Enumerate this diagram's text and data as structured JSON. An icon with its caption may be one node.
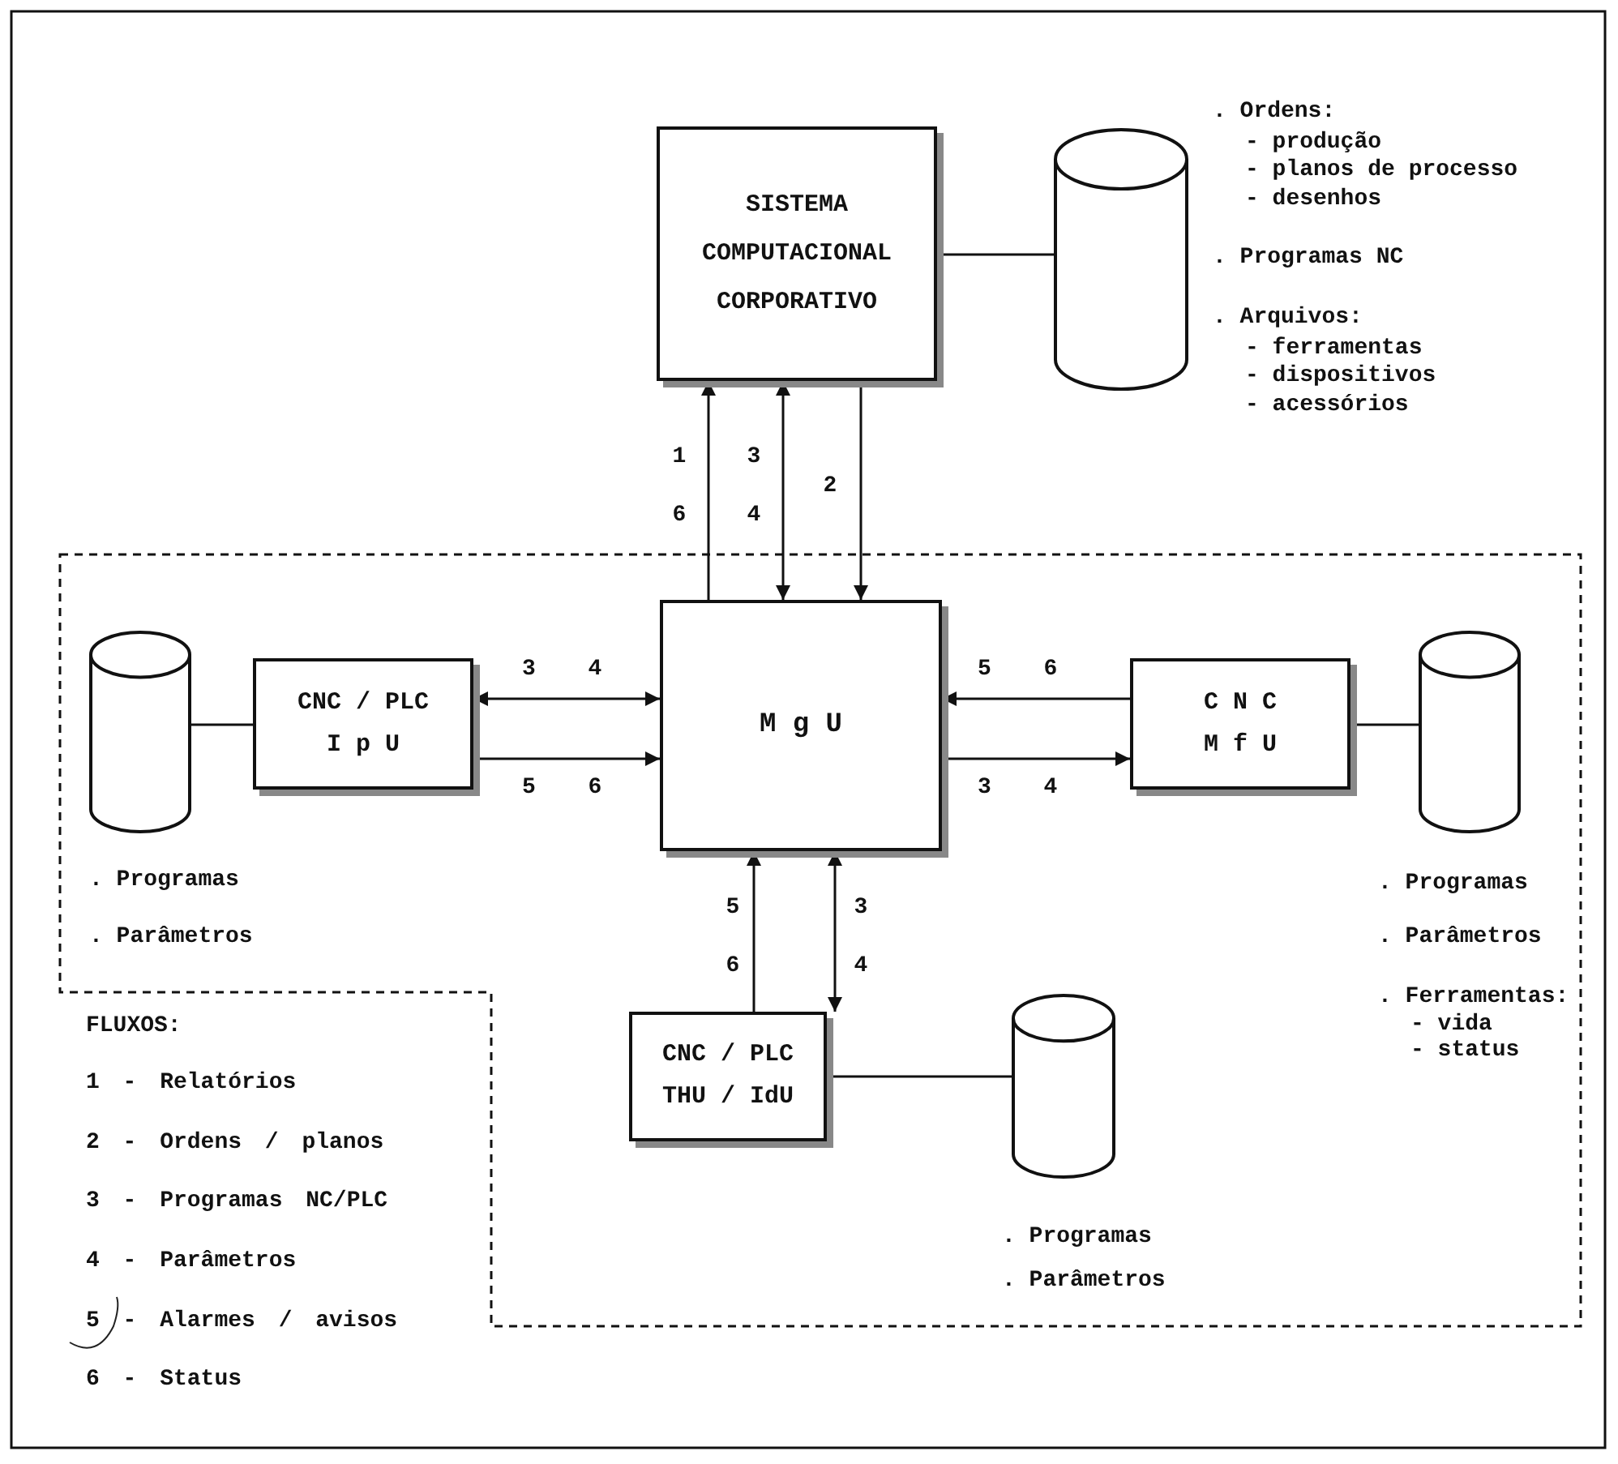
{
  "diagram": {
    "nodes": [
      {
        "text": [
          "SISTEMA COMPUTACIONAL CORPORATIVO"
        ]
      },
      {
        "text": [],
        "shape": "cylinder",
        "beside": [
          ". Ordens:",
          "- produção",
          "- planos de processo",
          "- desenhos",
          ". Programas NC",
          ". Arquivos:",
          "- ferramentas",
          "- dispositivos",
          "- acessórios"
        ]
      },
      {
        "text": [],
        "shape": "cylinder",
        "beside": [
          ". Programas",
          ". Parâmetros"
        ]
      },
      {
        "text": [
          "CNC / PLC",
          "I p U"
        ]
      },
      {
        "text": [
          "M g U"
        ]
      },
      {
        "text": [
          "C N C",
          "M f U"
        ]
      },
      {
        "text": [],
        "shape": "cylinder",
        "beside": [
          ". Programas",
          ". Parâmetros",
          ". Ferramentas:",
          "- vida",
          "- status"
        ]
      },
      {
        "text": [
          "CNC / PLC",
          "THU / IdU"
        ]
      },
      {
        "text": [],
        "shape": "cylinder",
        "beside": [
          ". Programas",
          ". Parâmetros"
        ]
      }
    ],
    "edges": [
      {
        "from": 4,
        "to": 0,
        "arrow": "to",
        "label": "1 6"
      },
      {
        "from": 4,
        "to": 0,
        "arrow": "both",
        "label": "3 4"
      },
      {
        "from": 0,
        "to": 4,
        "arrow": "to",
        "label": "2"
      },
      {
        "from": 3,
        "to": 4,
        "arrow": "both",
        "label": "3 4"
      },
      {
        "from": 3,
        "to": 4,
        "arrow": "to",
        "label": "5 6"
      },
      {
        "from": 5,
        "to": 4,
        "arrow": "to",
        "label": "5 6"
      },
      {
        "from": 4,
        "to": 5,
        "arrow": "to",
        "label": "3 4"
      },
      {
        "from": 7,
        "to": 4,
        "arrow": "to",
        "label": "5 6"
      },
      {
        "from": 4,
        "to": 7,
        "arrow": "both",
        "label": "3 4"
      },
      {
        "from": 0,
        "to": 1,
        "arrow": "none"
      },
      {
        "from": 2,
        "to": 3,
        "arrow": "none"
      },
      {
        "from": 5,
        "to": 6,
        "arrow": "none"
      },
      {
        "from": 7,
        "to": 8,
        "arrow": "none"
      }
    ],
    "labels": [
      "FLUXOS:",
      "1 - Relatórios",
      "2 - Ordens / planos",
      "3 - Programas NC/PLC",
      "4 - Parâmetros",
      "5 - Alarmes / avisos",
      "6 - Status"
    ]
  }
}
